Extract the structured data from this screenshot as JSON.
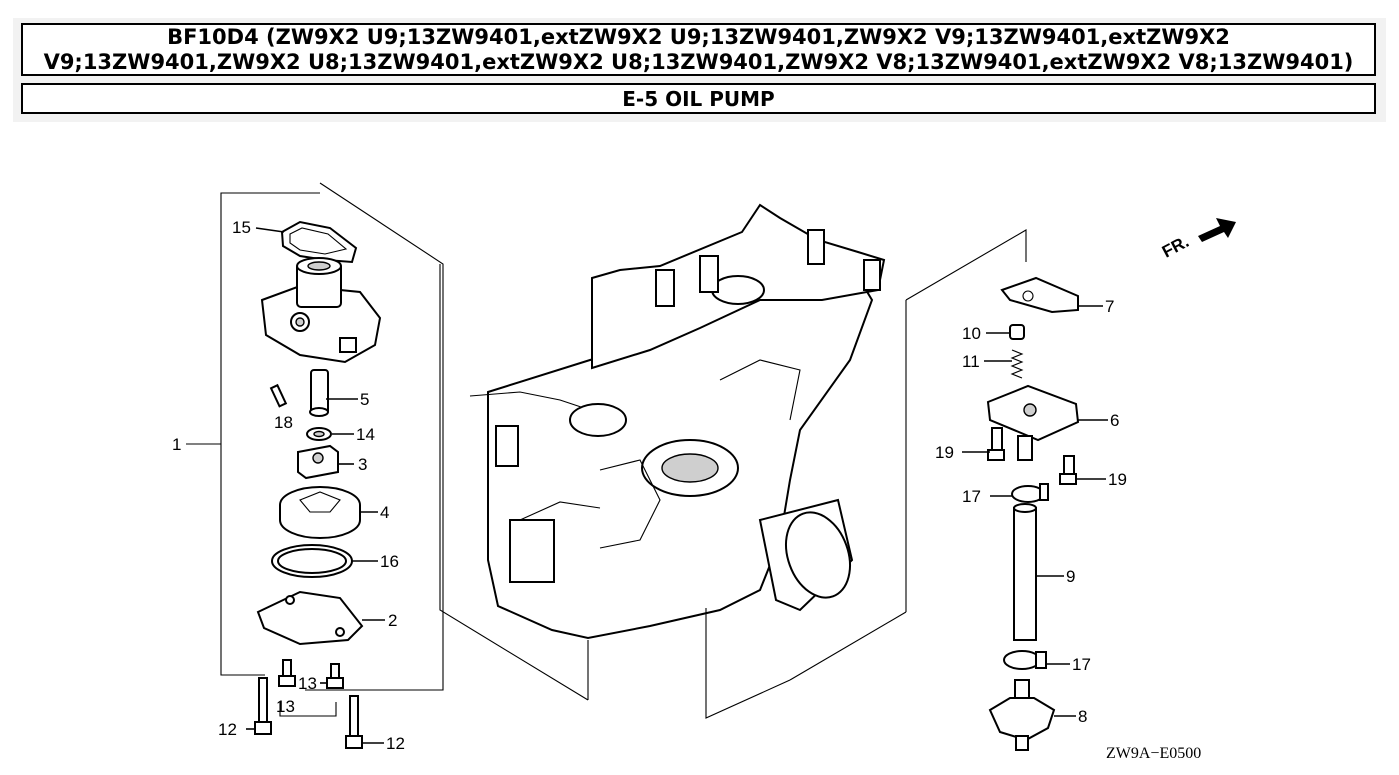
{
  "header": {
    "title": "BF10D4 (ZW9X2 U9;13ZW9401,extZW9X2 U9;13ZW9401,ZW9X2 V9;13ZW9401,extZW9X2 V9;13ZW9401,ZW9X2 U8;13ZW9401,extZW9X2 U8;13ZW9401,ZW9X2 V8;13ZW9401,extZW9X2 V8;13ZW9401)",
    "section": "E-5 OIL PUMP"
  },
  "diagram": {
    "direction_label": "FR.",
    "diagram_code": "ZW9A−E0500",
    "callouts": {
      "c1": "1",
      "c2": "2",
      "c3": "3",
      "c4": "4",
      "c5": "5",
      "c6": "6",
      "c7": "7",
      "c8": "8",
      "c9": "9",
      "c10": "10",
      "c11": "11",
      "c12a": "12",
      "c12b": "12",
      "c13a": "13",
      "c13b": "13",
      "c14": "14",
      "c15": "15",
      "c16": "16",
      "c17a": "17",
      "c17b": "17",
      "c18": "18",
      "c19a": "19",
      "c19b": "19"
    }
  }
}
